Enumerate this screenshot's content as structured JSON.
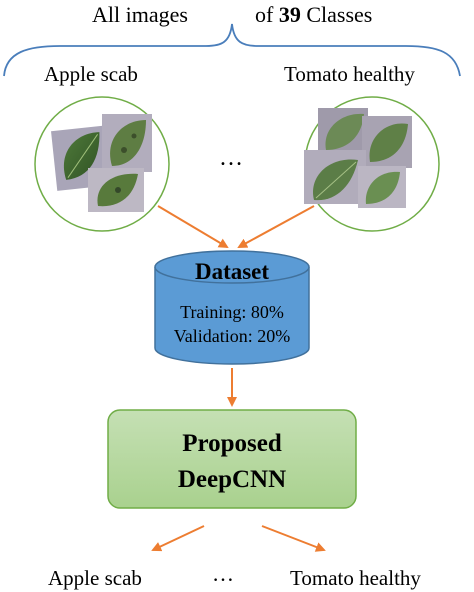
{
  "header": {
    "left_text": "All images",
    "right_prefix": "of",
    "class_count": "39",
    "right_suffix": "Classes"
  },
  "input_groups": {
    "first_label": "Apple scab",
    "ellipsis": "…",
    "last_label": "Tomato healthy"
  },
  "dataset": {
    "title": "Dataset",
    "training": "Training: 80%",
    "validation": "Validation: 20%"
  },
  "model": {
    "line1": "Proposed",
    "line2": "DeepCNN"
  },
  "outputs": {
    "first_label": "Apple scab",
    "ellipsis": "…",
    "last_label": "Tomato healthy"
  },
  "colors": {
    "brace": "#4a7ebb",
    "circle_stroke": "#70ad47",
    "arrow": "#ed7d31",
    "cylinder_fill": "#5b9bd5",
    "cylinder_stroke": "#41719c",
    "model_fill": "#a9d18e",
    "model_stroke": "#70ad47"
  }
}
